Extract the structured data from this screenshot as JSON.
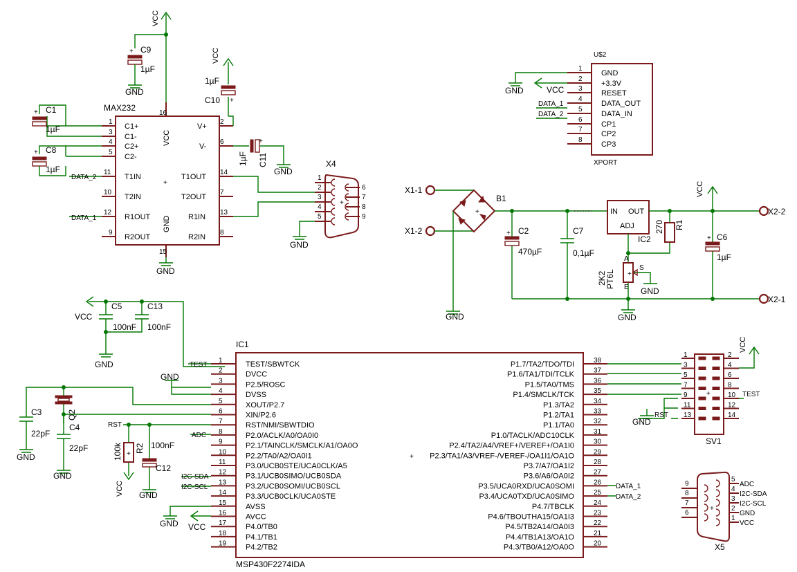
{
  "colors": {
    "wire": "#007700",
    "body": "#7a1a1a",
    "text": "#000000",
    "background": "#ffffff"
  },
  "nets": {
    "vcc": "VCC",
    "gnd": "GND",
    "data1": "DATA_1",
    "data2": "DATA_2",
    "test": "TEST",
    "rst": "RST",
    "adc": "ADC",
    "sda": "I2C-SDA",
    "scl": "I2C-SCL"
  },
  "max232": {
    "name": "MAX232",
    "left_pins": [
      {
        "num": "1",
        "name": "C1+"
      },
      {
        "num": "3",
        "name": "C1-"
      },
      {
        "num": "4",
        "name": "C2+"
      },
      {
        "num": "5",
        "name": "C2-"
      },
      {
        "num": "11",
        "name": "T1IN"
      },
      {
        "num": "10",
        "name": "T2IN"
      },
      {
        "num": "12",
        "name": "R1OUT"
      },
      {
        "num": "9",
        "name": "R2OUT"
      }
    ],
    "right_pins": [
      {
        "num": "2",
        "name": "V+"
      },
      {
        "num": "6",
        "name": "V-"
      },
      {
        "num": "14",
        "name": "T1OUT"
      },
      {
        "num": "7",
        "name": "T2OUT"
      },
      {
        "num": "13",
        "name": "R1IN"
      },
      {
        "num": "8",
        "name": "R2IN"
      }
    ],
    "vcc_pin": "16",
    "gnd_pin": "15",
    "vcc_label": "VCC",
    "gnd_label": "GND"
  },
  "caps_top": [
    {
      "name": "C9",
      "value": "1µF"
    },
    {
      "name": "C10",
      "value": "1µF"
    },
    {
      "name": "C1",
      "value": "1µF"
    },
    {
      "name": "C8",
      "value": "1µF"
    },
    {
      "name": "C11",
      "value": "1µF"
    },
    {
      "name": "C5",
      "value": "100nF"
    },
    {
      "name": "C13",
      "value": "100nF"
    }
  ],
  "x4": {
    "name": "X4",
    "pins_left": [
      "1",
      "2",
      "3",
      "4",
      "5"
    ],
    "pins_right": [
      "6",
      "7",
      "8",
      "9"
    ]
  },
  "xport": {
    "title": "U$2",
    "name": "XPORT",
    "pins": [
      {
        "num": "1",
        "name": "GND"
      },
      {
        "num": "2",
        "name": "+3.3V"
      },
      {
        "num": "3",
        "name": "RESET"
      },
      {
        "num": "4",
        "name": "DATA_OUT"
      },
      {
        "num": "5",
        "name": "DATA_IN"
      },
      {
        "num": "6",
        "name": "CP1"
      },
      {
        "num": "7",
        "name": "CP2"
      },
      {
        "num": "8",
        "name": "CP3"
      }
    ]
  },
  "power": {
    "x1_1": "X1-1",
    "x1_2": "X1-2",
    "b1": "B1",
    "c2": "C2",
    "c2_value": "470µF",
    "c7": "C7",
    "c7_value": "0,1µF",
    "ic2": "IC2",
    "ic2_in": "IN",
    "ic2_out": "OUT",
    "ic2_adj": "ADJ",
    "r1": "R1",
    "r1_value": "270",
    "pot_value": "2K2",
    "pot_name": "PT6L",
    "pot_a": "A",
    "pot_e": "E",
    "pot_s": "S",
    "c6": "C6",
    "c6_value": "1µF",
    "x2_2": "X2-2",
    "x2_1": "X2-1"
  },
  "ic1": {
    "name": "IC1",
    "part": "MSP430F2274IDA",
    "left_pins": [
      {
        "num": "1",
        "name": "TEST/SBWTCK"
      },
      {
        "num": "2",
        "name": "DVCC"
      },
      {
        "num": "3",
        "name": "P2.5/ROSC"
      },
      {
        "num": "4",
        "name": "DVSS"
      },
      {
        "num": "5",
        "name": "XOUT/P2.7"
      },
      {
        "num": "6",
        "name": "XIN/P2.6"
      },
      {
        "num": "7",
        "name": "RST/NMI/SBWTDIO"
      },
      {
        "num": "8",
        "name": "P2.0/ACLK/A0/OA0I0"
      },
      {
        "num": "9",
        "name": "P2.1/TAINCLK/SMCLK/A1/OA0O"
      },
      {
        "num": "10",
        "name": "P2.2/TA0/A2/OA0I1"
      },
      {
        "num": "11",
        "name": "P3.0/UCB0STE/UCA0CLK/A5"
      },
      {
        "num": "12",
        "name": "P3.1/UCB0SIMO/UCB0SDA"
      },
      {
        "num": "13",
        "name": "P3.2/UCB0SOMI/UCB0SCL"
      },
      {
        "num": "14",
        "name": "P3.3/UCB0CLK/UCA0STE"
      },
      {
        "num": "15",
        "name": "AVSS"
      },
      {
        "num": "16",
        "name": "AVCC"
      },
      {
        "num": "17",
        "name": "P4.0/TB0"
      },
      {
        "num": "18",
        "name": "P4.1/TB1"
      },
      {
        "num": "19",
        "name": "P4.2/TB2"
      }
    ],
    "right_pins": [
      {
        "num": "38",
        "name": "P1.7/TA2/TDO/TDI"
      },
      {
        "num": "37",
        "name": "P1.6/TA1/TDI/TCLK"
      },
      {
        "num": "36",
        "name": "P1.5/TA0/TMS"
      },
      {
        "num": "35",
        "name": "P1.4/SMCLK/TCK"
      },
      {
        "num": "34",
        "name": "P1.3/TA2"
      },
      {
        "num": "33",
        "name": "P1.2/TA1"
      },
      {
        "num": "32",
        "name": "P1.1/TA0"
      },
      {
        "num": "31",
        "name": "P1.0/TACLK/ADC10CLK"
      },
      {
        "num": "30",
        "name": "P2.4/TA2/A4/VREF+/VEREF+/OA1I0"
      },
      {
        "num": "29",
        "name": "P2.3/TA1/A3/VREF-/VEREF-/OA1I1/OA1O"
      },
      {
        "num": "28",
        "name": "P3.7/A7/OA1I2"
      },
      {
        "num": "27",
        "name": "P3.6/A6/OA0I2"
      },
      {
        "num": "26",
        "name": "P3.5/UCA0RXD/UCA0SOMI"
      },
      {
        "num": "25",
        "name": "P3.4/UCA0TXD/UCA0SIMO"
      },
      {
        "num": "24",
        "name": "P4.7/TBCLK"
      },
      {
        "num": "23",
        "name": "P4.6/TBOUTHA15/OA1I3"
      },
      {
        "num": "22",
        "name": "P4.5/TB2A14/OA0I3"
      },
      {
        "num": "21",
        "name": "P4.4/TB1A13/OA1O"
      },
      {
        "num": "20",
        "name": "P4.3/TB0/A12/OA0O"
      }
    ]
  },
  "crystal": {
    "c3": "C3",
    "c3_value": "22pF",
    "q2": "Q2",
    "c4": "C4",
    "c4_value": "22pF",
    "r2": "R2",
    "r2_value": "100k",
    "c12": "C12",
    "c12_value": "100nF"
  },
  "sv1": {
    "name": "SV1",
    "odd": [
      "1",
      "3",
      "5",
      "7",
      "9",
      "11",
      "13"
    ],
    "even": [
      "2",
      "4",
      "6",
      "8",
      "10",
      "12",
      "14"
    ]
  },
  "x5": {
    "name": "X5",
    "right_pins": [
      "5",
      "4",
      "3",
      "2",
      "1"
    ],
    "left_pins": [
      "9",
      "8",
      "7",
      "6"
    ],
    "nets": [
      "ADC",
      "I2C-SDA",
      "I2C-SCL",
      "GND",
      "VCC"
    ]
  }
}
